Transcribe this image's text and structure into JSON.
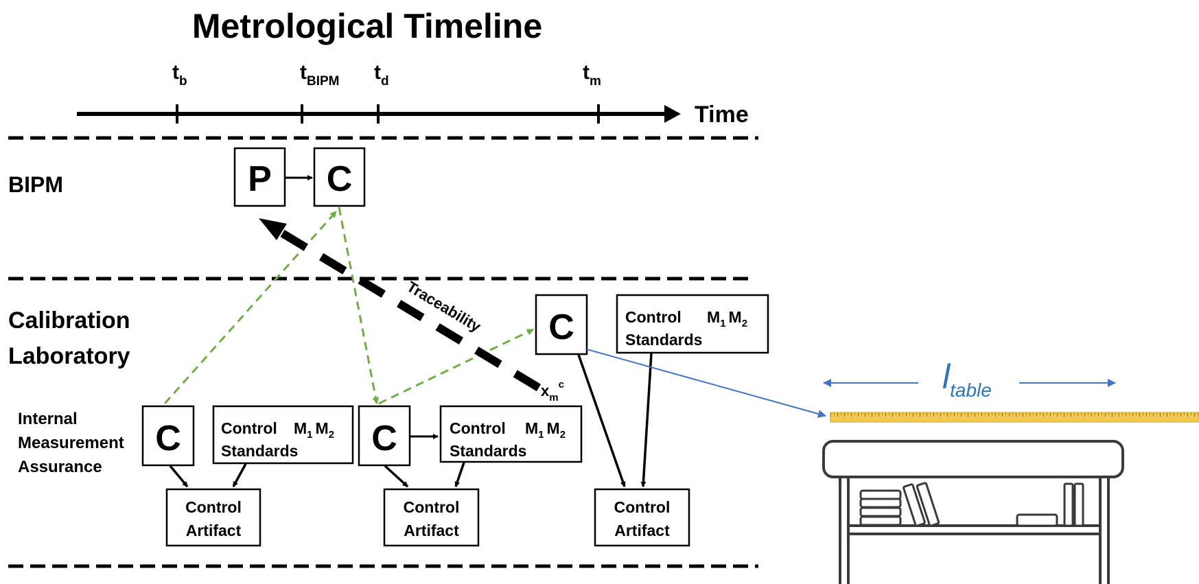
{
  "title": "Metrological Timeline",
  "timeline": {
    "axis_label": "Time",
    "ticks": [
      {
        "base": "t",
        "sub": "b"
      },
      {
        "base": "t",
        "sub": "BIPM"
      },
      {
        "base": "t",
        "sub": "d"
      },
      {
        "base": "t",
        "sub": "m"
      }
    ]
  },
  "levels": {
    "bipm": "BIPM",
    "lab_line1": "Calibration",
    "lab_line2": "Laboratory",
    "ima_line1": "Internal",
    "ima_line2": "Measurement",
    "ima_line3": "Assurance"
  },
  "nodes": {
    "p": "P",
    "c": "C",
    "control": "Control",
    "m1": "M",
    "m1_sub": "1",
    "m2": "M",
    "m2_sub": "2",
    "standards": "Standards",
    "artifact_line1": "Control",
    "artifact_line2": "Artifact"
  },
  "traceability_label": "Traceability",
  "xm": {
    "base": "x",
    "sub": "m",
    "sup": "c"
  },
  "table_label": {
    "base": "l",
    "sub": "table"
  },
  "colors": {
    "ink": "#000000",
    "green_dashed": "#70AD47",
    "blue": "#4472C4",
    "ruler": "#F2C94C",
    "ruler_edge": "#C9A227"
  }
}
